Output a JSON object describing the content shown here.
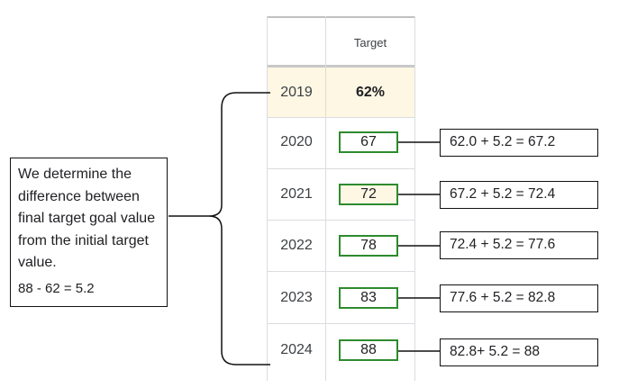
{
  "sheet": {
    "column_header": "Target",
    "rows": [
      {
        "year": "2019",
        "value": "62%"
      },
      {
        "year": "2020",
        "value": "67"
      },
      {
        "year": "2021",
        "value": "72"
      },
      {
        "year": "2022",
        "value": "78"
      },
      {
        "year": "2023",
        "value": "83"
      },
      {
        "year": "2024",
        "value": "88"
      }
    ]
  },
  "calculations": [
    "62.0 + 5.2 = 67.2",
    "67.2 + 5.2 = 72.4",
    "72.4 + 5.2 = 77.6",
    "77.6 + 5.2 = 82.8",
    "82.8+ 5.2 = 88"
  ],
  "note": {
    "text": "We determine the difference between final target goal value from the initial target value.",
    "equation": "88 - 62 = 5.2"
  },
  "colors": {
    "highlight": "#fdf7e4",
    "box_border": "#2e8b2e"
  }
}
